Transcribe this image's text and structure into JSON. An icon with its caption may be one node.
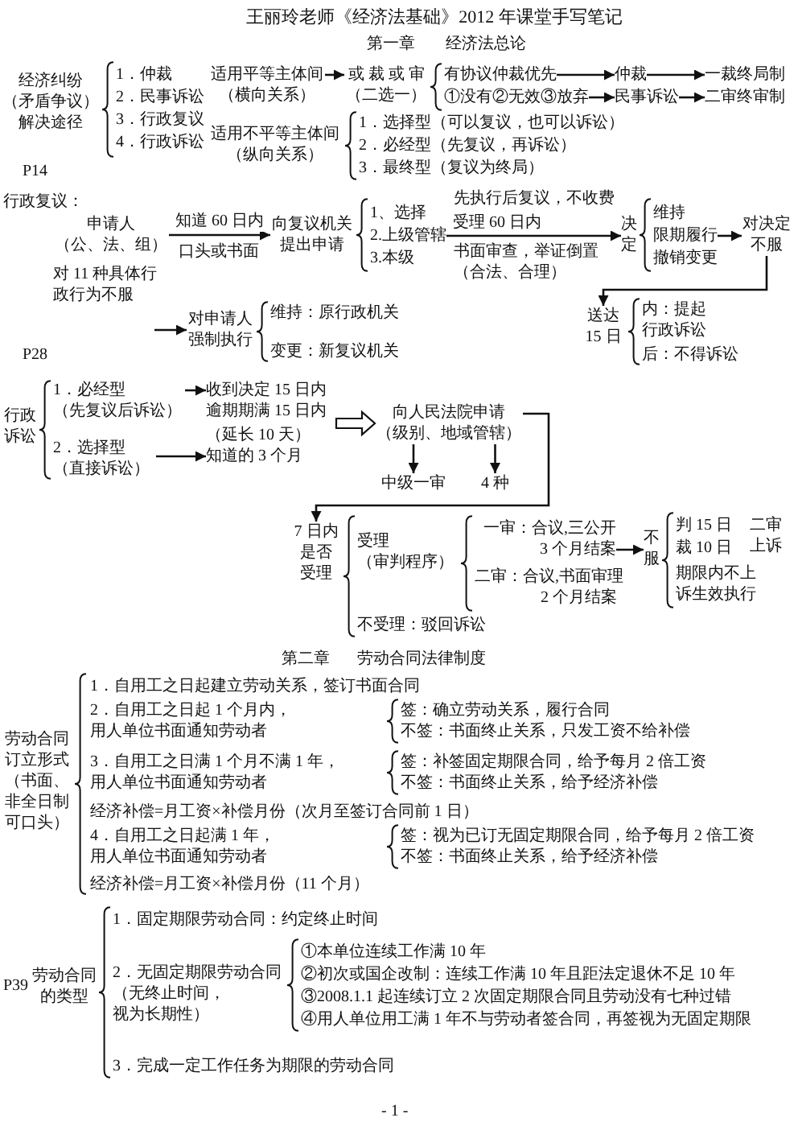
{
  "diagram": {
    "title": "王丽玲老师《经济法基础》2012 年课堂手写笔记",
    "nodes": [
      {
        "text": [
          "适用平等主体间",
          "（横向关系）"
        ]
      },
      {
        "text": [
          "或 裁 或 审",
          "（二选一）"
        ]
      },
      {
        "text": [
          "有协议仲裁优先"
        ]
      },
      {
        "text": [
          "仲裁"
        ]
      },
      {
        "text": [
          "一裁终局制"
        ]
      },
      {
        "text": [
          "①没有②无效③放弃"
        ]
      },
      {
        "text": [
          "民事诉讼"
        ]
      },
      {
        "text": [
          "二审终审制"
        ]
      },
      {
        "text": [
          "申请人",
          "（公、法、组）"
        ]
      },
      {
        "text": [
          "向复议机关提出申请"
        ]
      },
      {
        "text": [
          "2.上级管辖"
        ]
      },
      {
        "text": [
          "决定"
        ]
      },
      {
        "text": [
          "限期履行"
        ]
      },
      {
        "text": [
          "对决定不服"
        ]
      },
      {
        "text": [
          "送达 15 日"
        ]
      },
      {
        "text": [
          "对申请人强制执行"
        ]
      },
      {
        "text": [
          "1．必经型",
          "（先复议后诉讼）"
        ]
      },
      {
        "text": [
          "收到决定 15 日内",
          "逾期期满 15 日内"
        ]
      },
      {
        "text": [
          "2．选择型",
          "（直接诉讼）"
        ]
      },
      {
        "text": [
          "（延长 10 天）",
          "知道的 3 个月"
        ]
      },
      {
        "text": [
          "向人民法院申请",
          "（级别、地域管辖）"
        ]
      },
      {
        "text": [
          "中级一审"
        ]
      },
      {
        "text": [
          "4 种"
        ]
      },
      {
        "text": [
          "7 日内是否受理"
        ]
      },
      {
        "text": [
          "一审：合议,三公开",
          "3 个月结案"
        ]
      },
      {
        "text": [
          "不服"
        ]
      }
    ],
    "edges": [
      {
        "from": 0,
        "to": 1,
        "arrow": "to"
      },
      {
        "from": 2,
        "to": 3,
        "arrow": "to"
      },
      {
        "from": 3,
        "to": 4,
        "arrow": "to"
      },
      {
        "from": 5,
        "to": 6,
        "arrow": "to"
      },
      {
        "from": 6,
        "to": 7,
        "arrow": "to"
      },
      {
        "from": 8,
        "to": 9,
        "arrow": "to",
        "label": "知道 60 日内"
      },
      {
        "from": 10,
        "to": 11,
        "arrow": "to",
        "label": "受理 60 日内"
      },
      {
        "from": 12,
        "to": 13,
        "arrow": "to"
      },
      {
        "from": 13,
        "to": 14,
        "arrow": "to"
      },
      {
        "from": null,
        "to": 15,
        "arrow": "to"
      },
      {
        "from": 16,
        "to": 17,
        "arrow": "to"
      },
      {
        "from": 18,
        "to": 19,
        "arrow": "to"
      },
      {
        "from": null,
        "to": 20,
        "arrow": "to",
        "style": "thick"
      },
      {
        "from": 20,
        "to": 21,
        "arrow": "to"
      },
      {
        "from": 20,
        "to": 22,
        "arrow": "to"
      },
      {
        "from": 20,
        "to": 23,
        "arrow": "to"
      },
      {
        "from": 24,
        "to": 25,
        "arrow": "to"
      }
    ],
    "labels": [
      "第一章",
      "经济法总论",
      "经济纠纷（矛盾争议）解决途径",
      "1．仲裁",
      "2．民事诉讼",
      "3．行政复议",
      "4．行政诉讼",
      "适用不平等主体间（纵向关系）",
      "1．选择型（可以复议，也可以诉讼）",
      "2．必经型（先复议，再诉讼）",
      "3．最终型（复议为终局）",
      "P14",
      "行政复议：",
      "先执行后复议，不收费",
      "1、选择",
      "维持",
      "口头或书面",
      "3.本级",
      "撤销变更",
      "书面审查，举证倒置",
      "（合法、合理）",
      "对 11 种具体行政行为不服",
      "内：提起行政诉讼",
      "后：不得诉讼",
      "维持：原行政机关",
      "P28",
      "变更：新复议机关",
      "行政诉讼",
      "受理（审判程序）",
      "二审：合议,书面审理",
      "2 个月结案",
      "判 15 日",
      "二审上诉",
      "裁 10 日",
      "期限内不上诉生效执行",
      "不受理：驳回诉讼",
      "第二章",
      "劳动合同法律制度",
      "劳动合同订立形式（书面、非全日制可口头）",
      "1．自用工之日起建立劳动关系，签订书面合同",
      "2．自用工之日起 1 个月内，用人单位书面通知劳动者",
      "签：确立劳动关系，履行合同",
      "不签：书面终止关系，只发工资不给补偿",
      "3．自用工之日满 1 个月不满 1 年，用人单位书面通知劳动者",
      "签：补签固定期限合同，给予每月 2 倍工资",
      "不签：书面终止关系，给予经济补偿",
      "经济补偿=月工资×补偿月份（次月至签订合同前 1 日）",
      "4．自用工之日起满 1 年，用人单位书面通知劳动者",
      "签：视为已订无固定期限合同，给予每月 2 倍工资",
      "不签：书面终止关系，给予经济补偿",
      "经济补偿=月工资×补偿月份（11 个月）",
      "P39",
      "劳动合同的类型",
      "1．固定期限劳动合同：约定终止时间",
      "2．无固定期限劳动合同（无终止时间，视为长期性）",
      "①本单位连续工作满 10 年",
      "②初次或国企改制：连续工作满 10 年且距法定退休不足 10 年",
      "③2008.1.1 起连续订立 2 次固定期限合同且劳动没有七种过错",
      "④用人单位用工满 1 年不与劳动者签合同，再签视为无固定期限",
      "3．完成一定工作任务为期限的劳动合同",
      "- 1 -"
    ]
  }
}
